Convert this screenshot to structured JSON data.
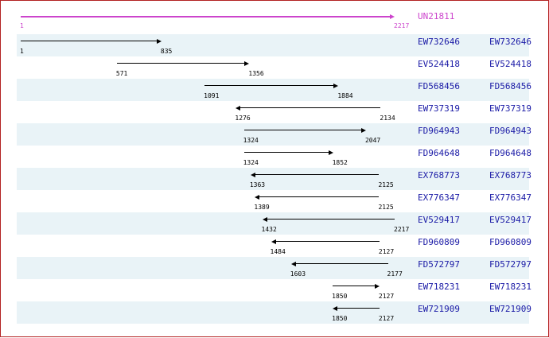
{
  "scale": {
    "min": 1,
    "max": 2217
  },
  "reference": {
    "id": "UN21811",
    "start": 1,
    "end": 2217,
    "start_label": "1",
    "end_label": "2217"
  },
  "colors": {
    "reference": "#cc44cc",
    "link": "#1a1aa6",
    "stripe": "#e9f3f7",
    "border": "#b22222"
  },
  "reads": [
    {
      "id": "EW732646",
      "link": "EW732646",
      "start": 1,
      "end": 835,
      "start_label": "1",
      "end_label": "835",
      "strand": "forward"
    },
    {
      "id": "EV524418",
      "link": "EV524418",
      "start": 571,
      "end": 1356,
      "start_label": "571",
      "end_label": "1356",
      "strand": "forward"
    },
    {
      "id": "FD568456",
      "link": "FD568456",
      "start": 1091,
      "end": 1884,
      "start_label": "1091",
      "end_label": "1884",
      "strand": "forward"
    },
    {
      "id": "EW737319",
      "link": "EW737319",
      "start": 1276,
      "end": 2134,
      "start_label": "1276",
      "end_label": "2134",
      "strand": "reverse"
    },
    {
      "id": "FD964943",
      "link": "FD964943",
      "start": 1324,
      "end": 2047,
      "start_label": "1324",
      "end_label": "2047",
      "strand": "forward"
    },
    {
      "id": "FD964648",
      "link": "FD964648",
      "start": 1324,
      "end": 1852,
      "start_label": "1324",
      "end_label": "1852",
      "strand": "forward"
    },
    {
      "id": "EX768773",
      "link": "EX768773",
      "start": 1363,
      "end": 2125,
      "start_label": "1363",
      "end_label": "2125",
      "strand": "reverse"
    },
    {
      "id": "EX776347",
      "link": "EX776347",
      "start": 1389,
      "end": 2125,
      "start_label": "1389",
      "end_label": "2125",
      "strand": "reverse"
    },
    {
      "id": "EV529417",
      "link": "EV529417",
      "start": 1432,
      "end": 2217,
      "start_label": "1432",
      "end_label": "2217",
      "strand": "reverse"
    },
    {
      "id": "FD960809",
      "link": "FD960809",
      "start": 1484,
      "end": 2127,
      "start_label": "1484",
      "end_label": "2127",
      "strand": "reverse"
    },
    {
      "id": "FD572797",
      "link": "FD572797",
      "start": 1603,
      "end": 2177,
      "start_label": "1603",
      "end_label": "2177",
      "strand": "reverse"
    },
    {
      "id": "EW718231",
      "link": "EW718231",
      "start": 1850,
      "end": 2127,
      "start_label": "1850",
      "end_label": "2127",
      "strand": "forward"
    },
    {
      "id": "EW721909",
      "link": "EW721909",
      "start": 1850,
      "end": 2127,
      "start_label": "1850",
      "end_label": "2127",
      "strand": "reverse"
    }
  ]
}
